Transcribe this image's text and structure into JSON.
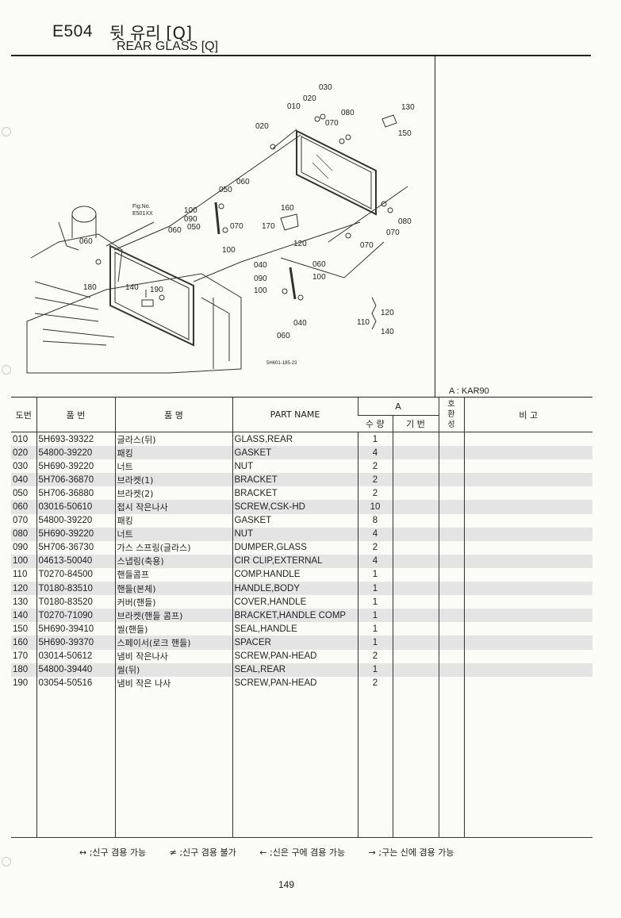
{
  "header": {
    "code": "E504",
    "title_ko": "뒷 유리 [Q]",
    "title_en": "REAR GLASS [Q]"
  },
  "diagram": {
    "labels": [
      "030",
      "020",
      "010",
      "080",
      "130",
      "070",
      "150",
      "020",
      "050",
      "060",
      "Fig.No.",
      "E501XX",
      "100",
      "090",
      "060",
      "050",
      "070",
      "160",
      "170",
      "120",
      "080",
      "070",
      "070",
      "060",
      "100",
      "040",
      "060",
      "090",
      "100",
      "180",
      "140",
      "190",
      "100",
      "040",
      "060",
      "110",
      "120",
      "140"
    ],
    "figure_id": "5H601-185-23"
  },
  "model_note": "A : KAR90",
  "table": {
    "headers": {
      "ref": "도번",
      "part_no": "품  번",
      "name_ko": "품      명",
      "name_en": "PART  NAME",
      "group_a": "A",
      "qty": "수 량",
      "spec": "기 번",
      "interchange": "호\n환\n성",
      "remarks": "비      고"
    },
    "rows": [
      {
        "ref": "010",
        "part_no": "5H693-39322",
        "name_ko": "글라스(뒤)",
        "name_en": "GLASS,REAR",
        "qty": "1"
      },
      {
        "ref": "020",
        "part_no": "54800-39220",
        "name_ko": "패킹",
        "name_en": "GASKET",
        "qty": "4"
      },
      {
        "ref": "030",
        "part_no": "5H690-39220",
        "name_ko": "너트",
        "name_en": "NUT",
        "qty": "2"
      },
      {
        "ref": "040",
        "part_no": "5H706-36870",
        "name_ko": "브라켓(1)",
        "name_en": "BRACKET",
        "qty": "2"
      },
      {
        "ref": "050",
        "part_no": "5H706-36880",
        "name_ko": "브라켓(2)",
        "name_en": "BRACKET",
        "qty": "2"
      },
      {
        "ref": "060",
        "part_no": "03016-50610",
        "name_ko": "접시 작은나사",
        "name_en": "SCREW,CSK-HD",
        "qty": "10"
      },
      {
        "ref": "070",
        "part_no": "54800-39220",
        "name_ko": "패킹",
        "name_en": "GASKET",
        "qty": "8"
      },
      {
        "ref": "080",
        "part_no": "5H690-39220",
        "name_ko": "너트",
        "name_en": "NUT",
        "qty": "4"
      },
      {
        "ref": "090",
        "part_no": "5H706-36730",
        "name_ko": "가스 스프링(글라스)",
        "name_en": "DUMPER,GLASS",
        "qty": "2"
      },
      {
        "ref": "100",
        "part_no": "04613-50040",
        "name_ko": "스냅링(축용)",
        "name_en": "CIR CLIP,EXTERNAL",
        "qty": "4"
      },
      {
        "ref": "110",
        "part_no": "T0270-84500",
        "name_ko": "핸들콤프",
        "name_en": "COMP.HANDLE",
        "qty": "1"
      },
      {
        "ref": "120",
        "part_no": "T0180-83510",
        "name_ko": "핸들(본체)",
        "name_en": "HANDLE,BODY",
        "qty": "1"
      },
      {
        "ref": "130",
        "part_no": "T0180-83520",
        "name_ko": "커버(핸들)",
        "name_en": "COVER,HANDLE",
        "qty": "1"
      },
      {
        "ref": "140",
        "part_no": "T0270-71090",
        "name_ko": "브라켓(핸들 콤프)",
        "name_en": "BRACKET,HANDLE COMP",
        "qty": "1"
      },
      {
        "ref": "150",
        "part_no": "5H690-39410",
        "name_ko": "씰(핸들)",
        "name_en": "SEAL,HANDLE",
        "qty": "1"
      },
      {
        "ref": "160",
        "part_no": "5H690-39370",
        "name_ko": "스페이서(로크 핸들)",
        "name_en": "SPACER",
        "qty": "1"
      },
      {
        "ref": "170",
        "part_no": "03014-50612",
        "name_ko": "냄비 작은나사",
        "name_en": "SCREW,PAN-HEAD",
        "qty": "2"
      },
      {
        "ref": "180",
        "part_no": "54800-39440",
        "name_ko": "씰(뒤)",
        "name_en": "SEAL,REAR",
        "qty": "1"
      },
      {
        "ref": "190",
        "part_no": "03054-50516",
        "name_ko": "냄비 작은 나사",
        "name_en": "SCREW,PAN-HEAD",
        "qty": "2"
      }
    ]
  },
  "legend": [
    "↔ ;신구 겸용 가능",
    "≠ ;신구 겸용 불가",
    "← ;신은 구에 겸용 가능",
    "→ ;구는 신에 겸용 가능"
  ],
  "page_number": "149"
}
